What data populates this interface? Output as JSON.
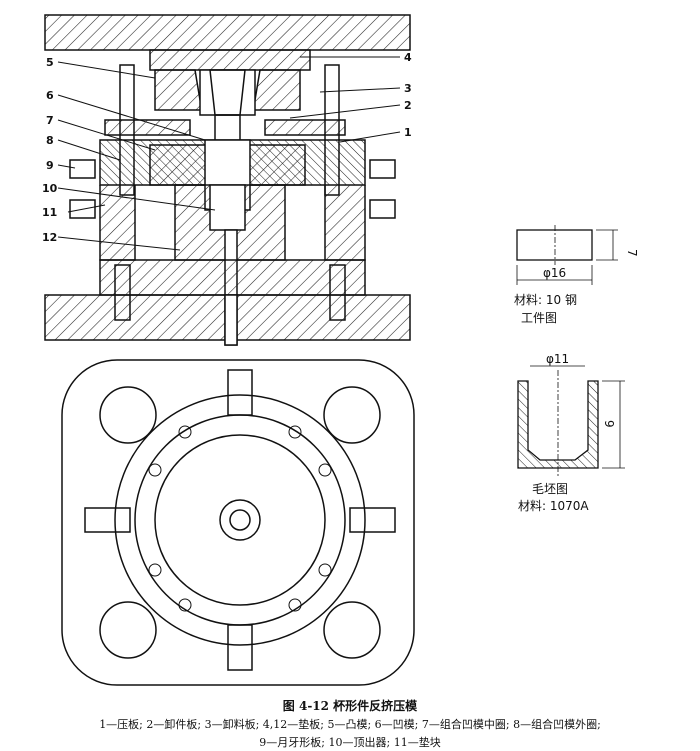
{
  "callouts": [
    "1",
    "2",
    "3",
    "4",
    "5",
    "6",
    "7",
    "8",
    "9",
    "10",
    "11",
    "12"
  ],
  "workpiece": {
    "dim_height": "7",
    "dim_diameter": "φ16",
    "material": "材料: 10 钢",
    "title": "工件图"
  },
  "blank": {
    "dim_diameter": "φ11",
    "dim_height": "9",
    "title": "毛坯图",
    "material": "材料: 1070A"
  },
  "caption": {
    "title": "图 4-12   杯形件反挤压模",
    "line1": "1—压板; 2—卸件板; 3—卸料板; 4,12—垫板; 5—凸模; 6—凹模; 7—组合凹模中圈; 8—组合凹模外圈;",
    "line2": "9—月牙形板; 10—顶出器; 11—垫块"
  }
}
